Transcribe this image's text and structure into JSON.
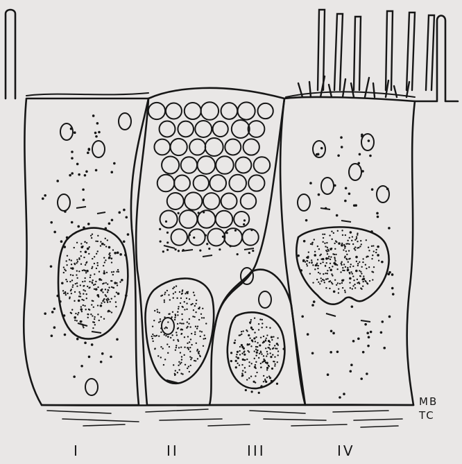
{
  "figure": {
    "cell_labels": [
      "I",
      "II",
      "III",
      "IV"
    ],
    "layer_labels": {
      "top": "MB",
      "bottom": "TC"
    }
  },
  "colors": {
    "background": "#e9e7e6",
    "ink": "#161616"
  }
}
